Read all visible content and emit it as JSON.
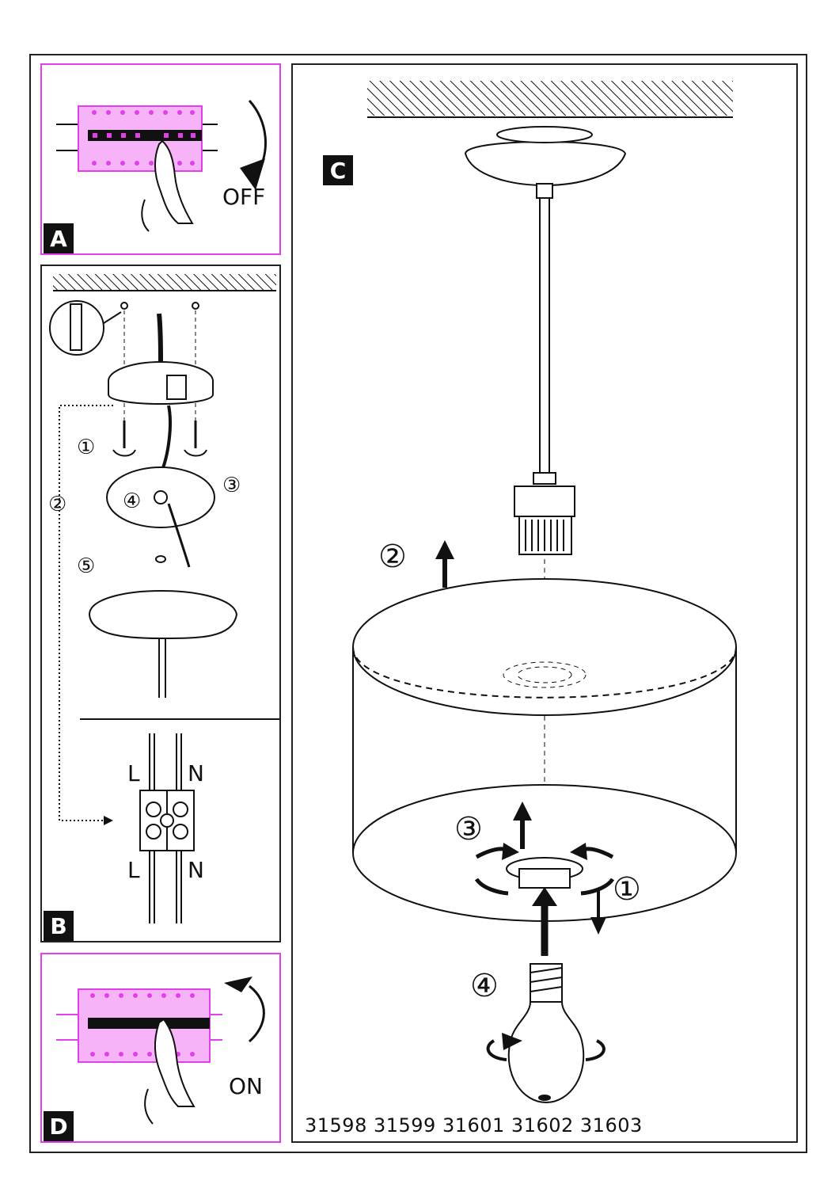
{
  "panels": {
    "a": {
      "label": "A",
      "state_text": "OFF"
    },
    "b": {
      "label": "B",
      "steps": [
        "①",
        "②",
        "③",
        "④",
        "⑤"
      ],
      "wire_labels_top": [
        "L",
        "N"
      ],
      "wire_labels_bottom": [
        "L",
        "N"
      ]
    },
    "c": {
      "label": "C",
      "steps": [
        "②",
        "③",
        "①",
        "④"
      ]
    },
    "d": {
      "label": "D",
      "state_text": "ON"
    }
  },
  "product_codes": "31598 31599 31601 31602 31603",
  "colors": {
    "highlight": "#e040e8",
    "ink": "#111111"
  }
}
